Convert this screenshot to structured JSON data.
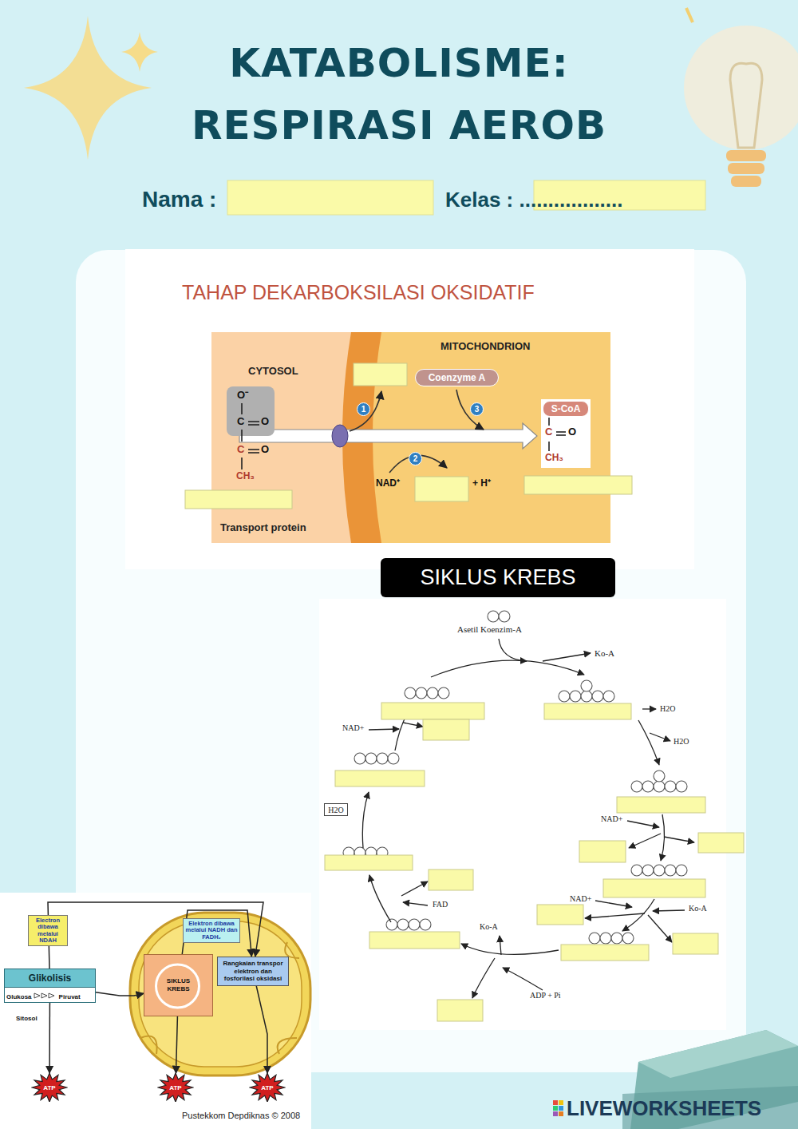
{
  "diagram": {
    "title": "KATABOLISME: RESPIRASI AEROB",
    "caption": "Pustekkom Depdiknas © 2008",
    "nodes": [
      {
        "text": [
          "Coenzyme A"
        ]
      },
      {
        "text": [
          "1"
        ]
      },
      {
        "text": [
          "2"
        ]
      },
      {
        "text": [
          "3"
        ]
      },
      {
        "text": [
          "S-CoA"
        ]
      },
      {
        "text": [
          "SIKLUS KREBS"
        ]
      },
      {
        "text": [
          "H2O"
        ]
      },
      {
        "text": [
          "Electron dibawa melalui NDAH"
        ]
      },
      {
        "text": [
          "Glikolisis",
          "Glukosa",
          "Piruvat"
        ]
      },
      {
        "text": [
          "Elektron dibawa melalui NADH dan FADH₂"
        ]
      },
      {
        "text": [
          "SIKLUS KREBS"
        ]
      },
      {
        "text": [
          "Rangkaian transpor elektron dan fosforilasi oksidasi"
        ]
      },
      {
        "text": [
          "ATP"
        ]
      },
      {
        "text": [
          "ATP"
        ]
      },
      {
        "text": [
          "ATP"
        ]
      }
    ],
    "edges": [
      {
        "from": 8,
        "to": 10,
        "arrow": "to"
      },
      {
        "from": 8,
        "to": 12,
        "arrow": "to"
      },
      {
        "from": 10,
        "to": 13,
        "arrow": "to"
      },
      {
        "from": 11,
        "to": 14,
        "arrow": "to"
      },
      {
        "from": 8,
        "to": 11,
        "arrow": "to"
      },
      {
        "from": 10,
        "to": 11,
        "arrow": "to"
      }
    ],
    "labels": [
      "Nama :",
      "Kelas : ..................",
      "TAHAP DEKARBOKSILASI OKSIDATIF",
      "MITOCHONDRION",
      "CYTOSOL",
      "O⁻",
      "C",
      "O",
      "C",
      "O",
      "CH₃",
      "NAD⁺",
      "+ H⁺",
      "C",
      "O",
      "CH₃",
      "Transport protein",
      "Asetil Koenzim-A",
      "Ko-A",
      "H2O",
      "H2O",
      "NAD+",
      "NAD+",
      "FAD",
      "NAD+",
      "Ko-A",
      "Ko-A",
      "ADP + Pi",
      "Sitosol",
      "LIVEWORKSHEETS"
    ]
  }
}
